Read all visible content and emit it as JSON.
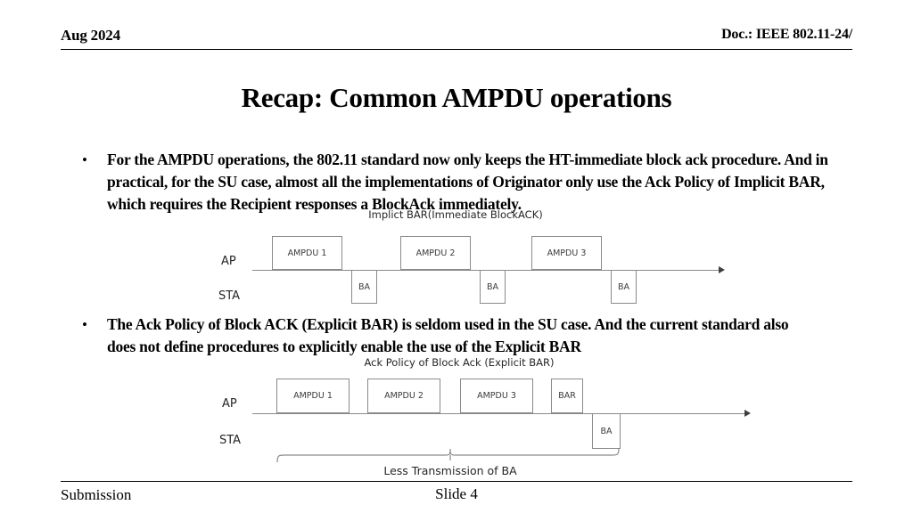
{
  "header": {
    "date": "Aug 2024",
    "doc": "Doc.: IEEE 802.11-24/"
  },
  "title": "Recap: Common AMPDU operations",
  "bullets": [
    {
      "marker": "•",
      "text": "For the AMPDU operations, the 802.11 standard now only keeps the HT-immediate block ack procedure. And in practical, for the SU case, almost all the implementations of Originator only use the Ack Policy of Implicit BAR, which requires the Recipient responses a BlockAck immediately."
    },
    {
      "marker": "•",
      "text": "The Ack Policy of  Block ACK (Explicit BAR) is seldom used in the SU case. And the current standard also does not define procedures to explicitly enable the use of the Explicit BAR"
    }
  ],
  "diagram1": {
    "caption": "Implct BAR(Immediate BlockACK)",
    "caption_display": "Implict BAR(Immediate BlockACK)",
    "ap_label": "AP",
    "sta_label": "STA",
    "ap_packets": [
      {
        "label": "AMPDU 1"
      },
      {
        "label": "AMPDU 2"
      },
      {
        "label": "AMPDU 3"
      }
    ],
    "sta_packets": [
      {
        "label": "BA"
      },
      {
        "label": "BA"
      },
      {
        "label": "BA"
      }
    ]
  },
  "diagram2": {
    "caption": "Ack Policy of Block Ack (Explicit BAR)",
    "ap_label": "AP",
    "sta_label": "STA",
    "ap_packets": [
      {
        "label": "AMPDU 1"
      },
      {
        "label": "AMPDU 2"
      },
      {
        "label": "AMPDU 3"
      },
      {
        "label": "BAR"
      }
    ],
    "sta_packets": [
      {
        "label": "BA"
      }
    ],
    "brace_label": "Less Transmission of BA"
  },
  "footer": {
    "left": "Submission",
    "center": "Slide 4"
  }
}
